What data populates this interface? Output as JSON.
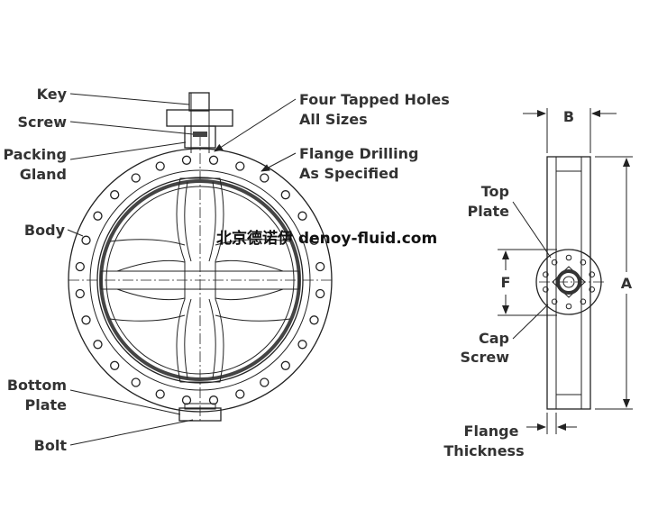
{
  "labels": {
    "key": "Key",
    "screw": "Screw",
    "packing_1": "Packing",
    "packing_2": "Gland",
    "body": "Body",
    "bottom_plate_1": "Bottom",
    "bottom_plate_2": "Plate",
    "bolt": "Bolt",
    "tapped_1": "Four Tapped Holes",
    "tapped_2": "All Sizes",
    "flange_1": "Flange Drilling",
    "flange_2": "As  Specified",
    "top_plate_1": "Top",
    "top_plate_2": "Plate",
    "cap_screw_1": "Cap",
    "cap_screw_2": "Screw",
    "flange_thk_1": "Flange",
    "flange_thk_2": "Thickness",
    "dim_a": "A",
    "dim_b": "B",
    "dim_f": "F"
  },
  "watermark": "北京德诺伊 denoy-fluid.com"
}
